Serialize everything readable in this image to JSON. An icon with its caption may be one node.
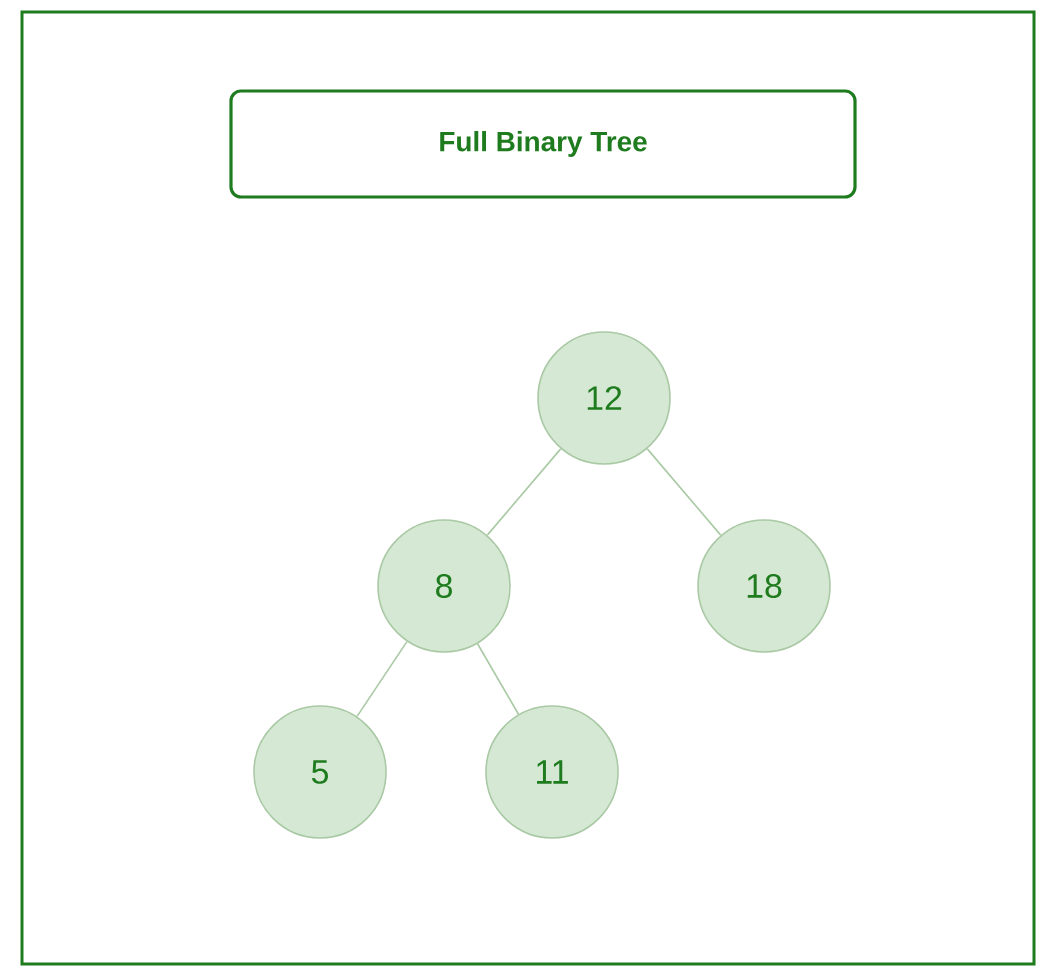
{
  "diagram": {
    "title": "Full Binary Tree",
    "nodes": [
      {
        "text": [
          "12"
        ]
      },
      {
        "text": [
          "8"
        ]
      },
      {
        "text": [
          "18"
        ]
      },
      {
        "text": [
          "5"
        ]
      },
      {
        "text": [
          "11"
        ]
      }
    ],
    "edges": [
      {
        "from": 0,
        "to": 1,
        "arrow": "none"
      },
      {
        "from": 0,
        "to": 2,
        "arrow": "none"
      },
      {
        "from": 1,
        "to": 3,
        "arrow": "none"
      },
      {
        "from": 1,
        "to": 4,
        "arrow": "none"
      }
    ]
  }
}
